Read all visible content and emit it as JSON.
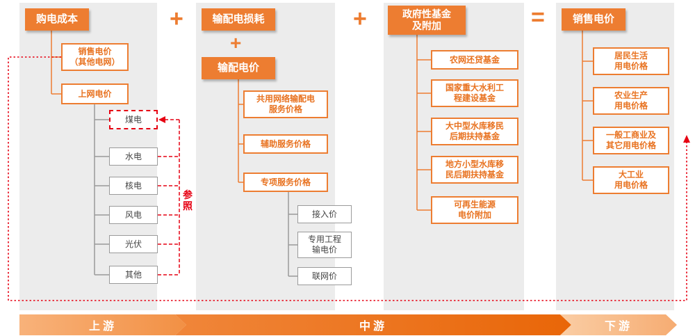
{
  "colors": {
    "orange": "#ED7D31",
    "red": "#E60012",
    "gray": "#9A9A9A",
    "panel_bg": "#ECECEC"
  },
  "operators": {
    "plus_1": "+",
    "inner_plus": "+",
    "plus_2": "+",
    "equals": "="
  },
  "purchase": {
    "header": "购电成本",
    "sales_other_grid": "销售电价\n（其他电网）",
    "on_grid_price": "上网电价",
    "coal": "煤电",
    "hydro": "水电",
    "nuclear": "核电",
    "wind": "风电",
    "solar": "光伏",
    "other": "其他",
    "reference": "参照"
  },
  "transmission": {
    "header": "输配电损耗",
    "td_price": "输配电价",
    "shared_network": "共用网络输配电\n服务价格",
    "auxiliary_service": "辅助服务价格",
    "special_service": "专项服务价格",
    "access_price": "接入价",
    "dedicated_line": "专用工程\n输电价",
    "interconnection": "联网价"
  },
  "funds": {
    "header": "政府性基金\n及附加",
    "rural_grid_loan": "农网还贷基金",
    "major_water_project": "国家重大水利工\n程建设基金",
    "large_reservoir_migrant": "大中型水库移民\n后期扶持基金",
    "small_reservoir_migrant": "地方小型水库移\n民后期扶持基金",
    "renewable_surcharge": "可再生能源\n电价附加"
  },
  "sales": {
    "header": "销售电价",
    "residential": "居民生活\n用电价格",
    "agriculture": "农业生产\n用电价格",
    "general_commercial": "一般工商业及\n其它用电价格",
    "large_industry": "大工业\n用电价格"
  },
  "banner": {
    "upstream": "上游",
    "midstream": "中游",
    "downstream": "下游"
  }
}
